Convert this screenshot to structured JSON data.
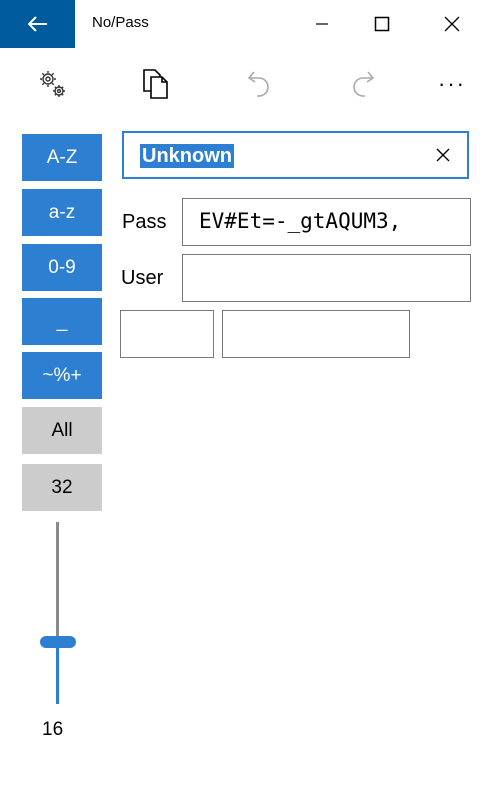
{
  "titlebar": {
    "title": "No/Pass",
    "icons": {
      "back": "back-arrow-icon",
      "minimize": "minimize-icon",
      "maximize": "maximize-icon",
      "close": "close-icon"
    }
  },
  "commandbar": {
    "icons": [
      "settings-icon",
      "copy-icon",
      "undo-icon",
      "redo-icon",
      "more-icon"
    ],
    "more_label": "···"
  },
  "sidebar": {
    "buttons": [
      {
        "label": "A-Z",
        "state": "on"
      },
      {
        "label": "a-z",
        "state": "on"
      },
      {
        "label": "0-9",
        "state": "on"
      },
      {
        "label": "_",
        "state": "on"
      },
      {
        "label": "~%+",
        "state": "on"
      },
      {
        "label": "All",
        "state": "off"
      },
      {
        "label": "32",
        "state": "off"
      }
    ],
    "slider": {
      "value": "16"
    }
  },
  "form": {
    "name_value": "Unknown",
    "pass_label": "Pass",
    "pass_value": "EV#Et=-_gtAQUM3,",
    "user_label": "User",
    "user_value": ""
  },
  "colors": {
    "accent": "#2d7fd1",
    "titlebar_back": "#005a9e",
    "off_button": "#cccccc"
  }
}
